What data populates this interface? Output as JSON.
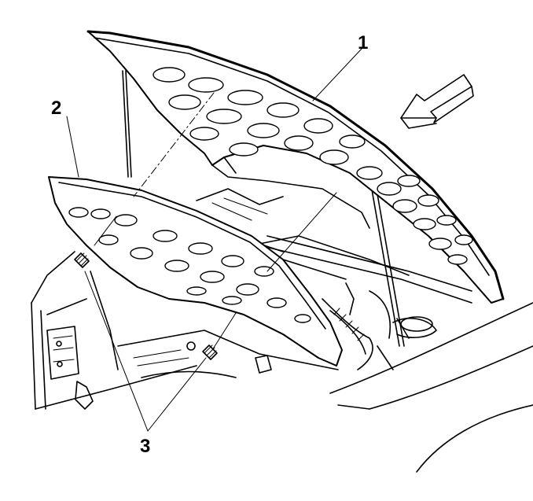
{
  "callouts": {
    "c1": "1",
    "c2": "2",
    "c3": "3"
  },
  "icons": {
    "direction_arrow": "arrow-pointing-forward-left",
    "fasteners": "push-pin-retainer"
  },
  "colors": {
    "ink": "#000000",
    "paper": "#ffffff"
  }
}
